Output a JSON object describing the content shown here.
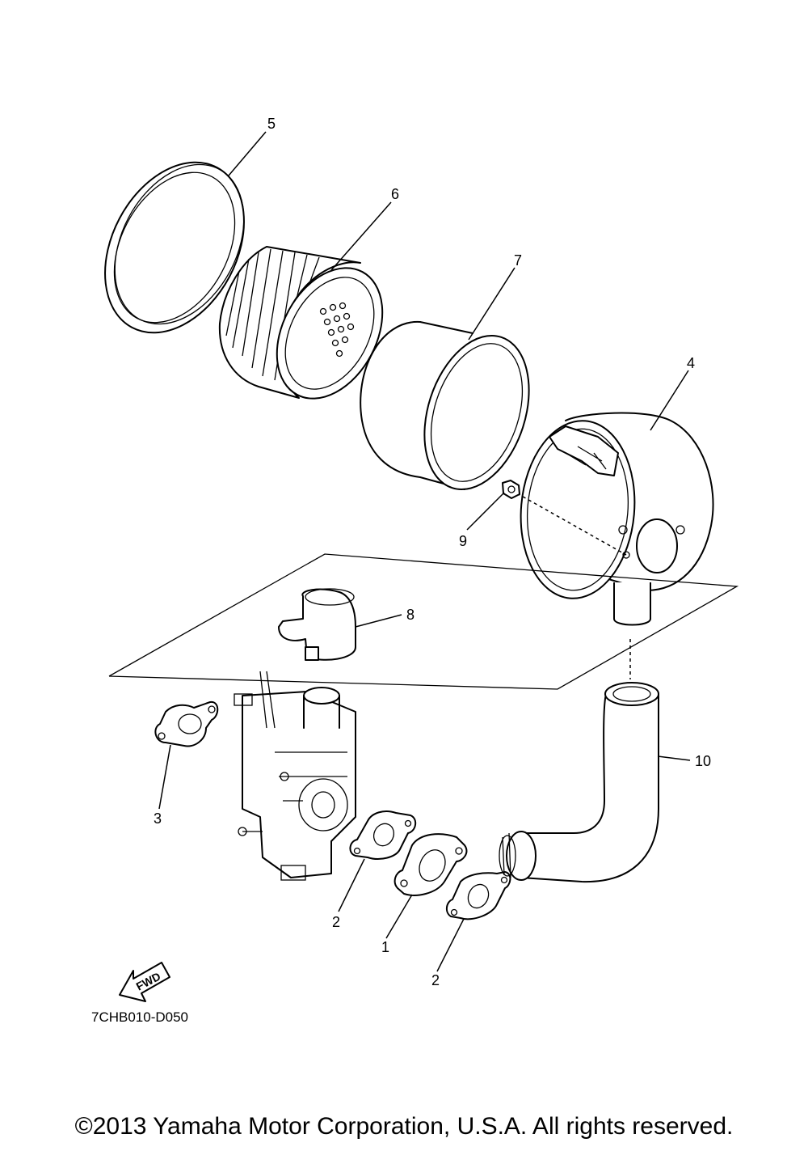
{
  "diagram_code": "7CHB010-D050",
  "copyright": "©2013 Yamaha Motor Corporation, U.S.A. All rights reserved.",
  "fwd_label": "FWD",
  "callouts": {
    "p1": "1",
    "p2a": "2",
    "p2b": "2",
    "p3": "3",
    "p4": "4",
    "p5": "5",
    "p6": "6",
    "p7": "7",
    "p8": "8",
    "p9": "9",
    "p10": "10"
  }
}
